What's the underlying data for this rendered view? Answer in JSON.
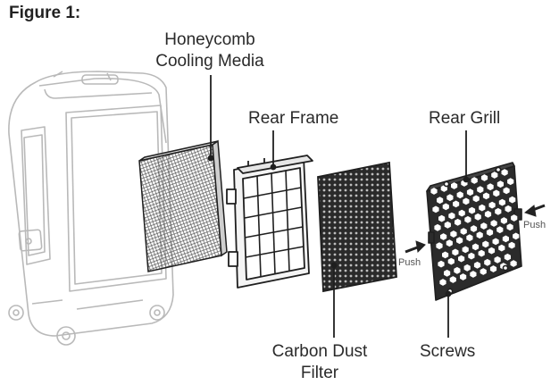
{
  "figure": {
    "title": "Figure 1:"
  },
  "labels": {
    "honeycomb": [
      "Honeycomb",
      "Cooling Media"
    ],
    "rear_frame": "Rear Frame",
    "rear_grill": "Rear Grill",
    "carbon_filter": [
      "Carbon Dust",
      "Filter"
    ],
    "screws": "Screws",
    "push_left": "Push",
    "push_right": "Push"
  },
  "colors": {
    "line": "#1f1f1f",
    "ghost": "#b9b9b9",
    "mesh": "#2a2a2a",
    "grill": "#2b2b2b"
  }
}
